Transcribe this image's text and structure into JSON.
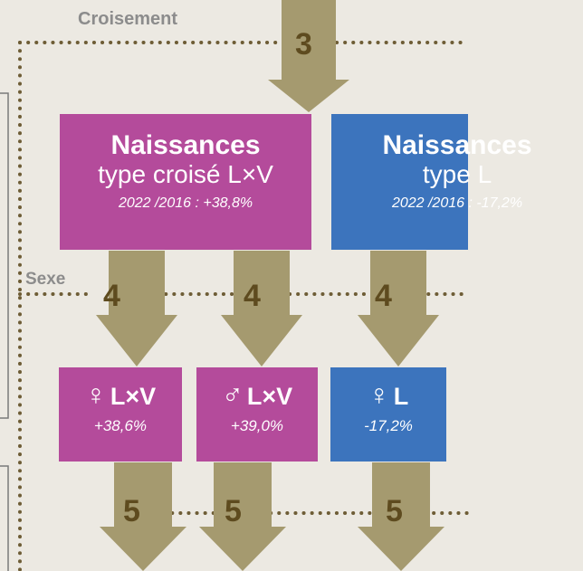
{
  "sections": {
    "croisement": "Croisement",
    "sexe": "Sexe"
  },
  "steps": {
    "s3": "3",
    "s4a": "4",
    "s4b": "4",
    "s4c": "4",
    "s5a": "5",
    "s5b": "5",
    "s5c": "5"
  },
  "boxes": {
    "lxv": {
      "title": "Naissances",
      "subtitle": "type croisé L×V",
      "ratio": "2022 /2016 : +38,8%"
    },
    "l": {
      "title": "Naissances",
      "subtitle": "type L",
      "ratio": "2022 /2016 : -17,2%"
    }
  },
  "sex_boxes": {
    "female_lxv": {
      "symbol": "♀",
      "label": "L×V",
      "pct": "+38,6%"
    },
    "male_lxv": {
      "symbol": "♂",
      "label": "L×V",
      "pct": "+39,0%"
    },
    "female_l": {
      "symbol": "♀",
      "label": "L",
      "pct": "-17,2%"
    }
  },
  "colors": {
    "pink": "#b44b9b",
    "blue": "#3c74bd",
    "arrow": "#a59a6f",
    "dots": "#6e5d36",
    "background": "#ece9e2"
  }
}
